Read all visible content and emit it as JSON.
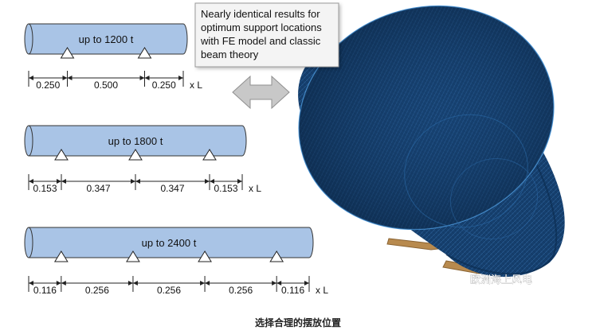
{
  "beams": [
    {
      "label": "up to 1200 t",
      "segments": [
        "0.250",
        "0.500",
        "0.250"
      ],
      "unit": "x L"
    },
    {
      "label": "up to 1800 t",
      "segments": [
        "0.153",
        "0.347",
        "0.347",
        "0.153"
      ],
      "unit": "x L"
    },
    {
      "label": "up to 2400 t",
      "segments": [
        "0.116",
        "0.256",
        "0.256",
        "0.256",
        "0.116"
      ],
      "unit": "x L"
    }
  ],
  "callout": {
    "lines": [
      "Nearly identical results for",
      "optimum support locations",
      "with FE model and classic",
      "beam theory"
    ]
  },
  "watermark": "欧洲海上风电",
  "caption": "选择合理的摆放位置",
  "colors": {
    "beam_fill": "#a9c4e6",
    "pipe_dark": "#123a66",
    "pipe_mesh": "#1d4f86",
    "arrow_fill": "#c8c8c8",
    "support_brown": "#b88a4e"
  }
}
